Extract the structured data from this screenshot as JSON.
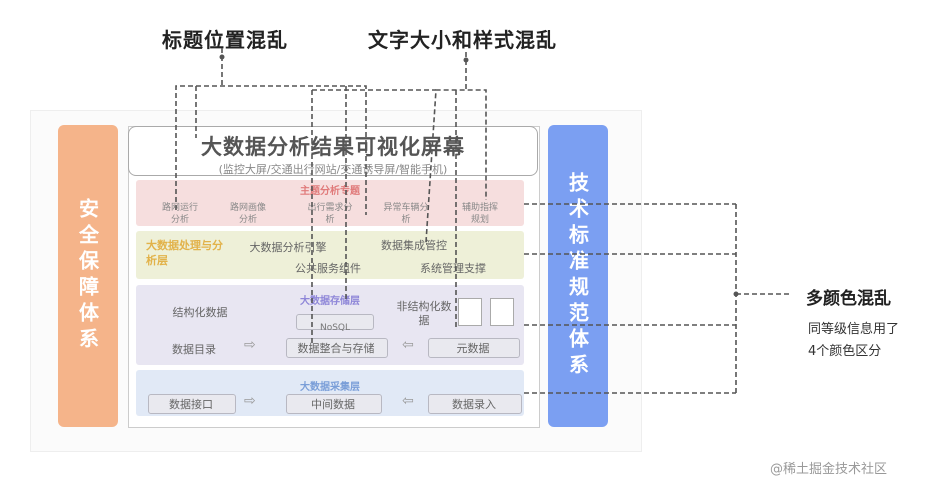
{
  "callouts": {
    "title_position": "标题位置混乱",
    "text_style": "文字大小和样式混乱",
    "multi_color_title": "多颜色混乱",
    "multi_color_desc_line1": "同等级信息用了",
    "multi_color_desc_line2": "4个颜色区分"
  },
  "diagram": {
    "title": "大数据分析结果可视化屏幕",
    "subtitle": "(监控大屏/交通出行网站/交通诱导屏/智能手机)",
    "left_column": "安全保障体系",
    "right_column": "技术标准规范体系",
    "layer1": {
      "title": "主题分析专题",
      "items": [
        "路网运行分析",
        "路网画像分析",
        "出行需求分析",
        "异常车辆分析",
        "辅助指挥规划"
      ]
    },
    "layer2": {
      "title": "大数据处理与分析层",
      "engine": "大数据分析引擎",
      "integration": "数据集成管控",
      "public_service": "公共服务组件",
      "system_support": "系统管理支撑"
    },
    "layer3": {
      "title": "大数据存储层",
      "structured": "结构化数据",
      "nosql": "NoSQL",
      "unstructured": "非结构化数据",
      "catalog": "数据目录",
      "integration_storage": "数据整合与存储",
      "metadata": "元数据"
    },
    "layer4": {
      "title": "大数据采集层",
      "interface": "数据接口",
      "intermediate": "中间数据",
      "entry": "数据录入"
    }
  },
  "watermark": "@稀土掘金技术社区",
  "colors": {
    "left_column": "#f5b48a",
    "right_column": "#7b9ff2",
    "layer1_bg": "#f6dede",
    "layer1_title": "#e07a7a",
    "layer2_bg": "#eef0d8",
    "layer2_title": "#e2b24a",
    "layer3_bg": "#e8e6f2",
    "layer3_title": "#8e86d8",
    "layer4_bg": "#e1e9f6",
    "layer4_title": "#7a9ed8"
  }
}
